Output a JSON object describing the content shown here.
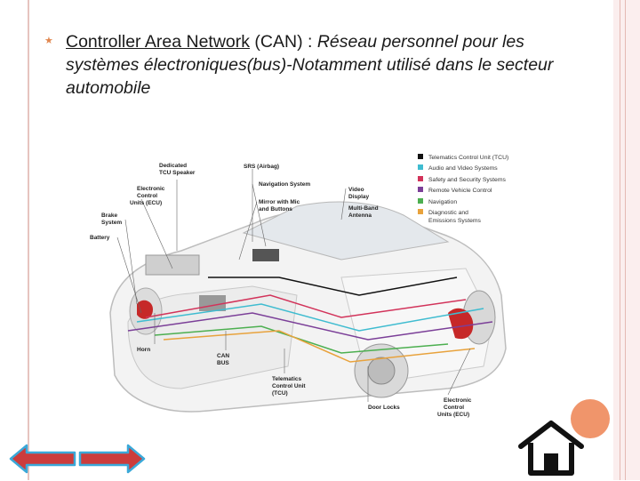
{
  "slide": {
    "bullet_link": "Controller Area Network",
    "bullet_abbr": " (CAN) : ",
    "bullet_italic": "Réseau personnel pour les systèmes électroniques(bus)-Notamment utilisé dans le secteur automobile"
  },
  "diagram": {
    "labels": {
      "dedicated_tcu_speaker": [
        "Dedicated",
        "TCU Speaker"
      ],
      "srs_airbag": "SRS (Airbag)",
      "navigation_system": "Navigation System",
      "video_display": [
        "Video",
        "Display"
      ],
      "electronic_control_units": [
        "Electronic",
        "Control",
        "Units (ECU)"
      ],
      "mirror": [
        "Mirror with Mic",
        "and Buttons"
      ],
      "multiband_antenna": [
        "Multi-Band",
        "Antenna"
      ],
      "brake_system": [
        "Brake",
        "System"
      ],
      "battery": "Battery",
      "horn": "Horn",
      "can_bus": [
        "CAN",
        "BUS"
      ],
      "telematics_control_unit": [
        "Telematics",
        "Control Unit",
        "(TCU)"
      ],
      "door_locks": "Door Locks",
      "electronic_control_units_2": [
        "Electronic",
        "Control",
        "Units (ECU)"
      ]
    },
    "legend": [
      {
        "label": "Telematics Control Unit (TCU)",
        "color": "#111111"
      },
      {
        "label": "Audio and Video Systems",
        "color": "#3fbcd0"
      },
      {
        "label": "Safety and Security Systems",
        "color": "#d2335a"
      },
      {
        "label": "Remote Vehicle Control",
        "color": "#7b3f98"
      },
      {
        "label": "Navigation",
        "color": "#4caf50"
      },
      {
        "label": "Diagnostic and",
        "label2": "Emissions Systems",
        "color": "#e8a23c"
      }
    ]
  },
  "nav": {
    "back": "back-arrow-icon",
    "forward": "forward-arrow-icon",
    "home": "home-icon"
  },
  "colors": {
    "accent": "#e0874f",
    "circle": "#f0956b",
    "arrow_fill": "#cc3c3c",
    "arrow_stroke": "#3aa8d8"
  }
}
